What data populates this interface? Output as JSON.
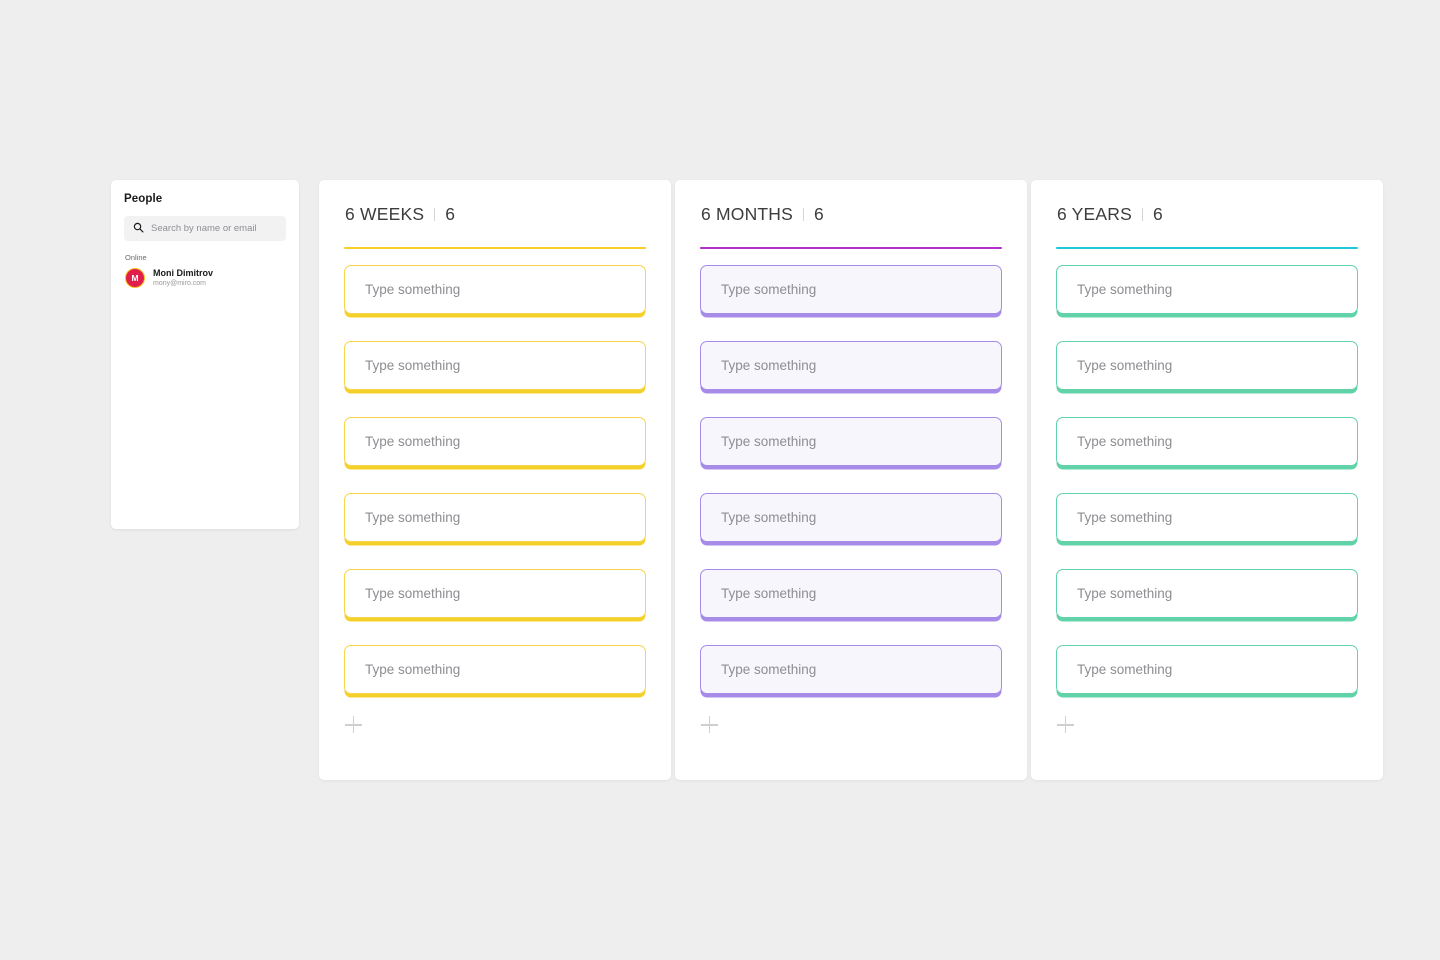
{
  "background_color": "#efeeee",
  "people_panel": {
    "title": "People",
    "search": {
      "placeholder": "Search by name or email",
      "value": "",
      "icon": "search-icon"
    },
    "online_label": "Online",
    "members": [
      {
        "name": "Moni Dimitrov",
        "email": "mony@miro.com",
        "initial": "M",
        "avatar_color": "#e01f4a",
        "avatar_ring_color": "#f8c723"
      }
    ]
  },
  "columns": [
    {
      "title": "6 WEEKS",
      "count": "6",
      "separator": "|",
      "accent_color": "#f4d028",
      "card_border_color": "#f7d64d",
      "card_fill_color": "#ffffff",
      "add_label": "+",
      "cards": [
        {
          "placeholder": "Type something",
          "value": ""
        },
        {
          "placeholder": "Type something",
          "value": ""
        },
        {
          "placeholder": "Type something",
          "value": ""
        },
        {
          "placeholder": "Type something",
          "value": ""
        },
        {
          "placeholder": "Type something",
          "value": ""
        },
        {
          "placeholder": "Type something",
          "value": ""
        }
      ]
    },
    {
      "title": "6 MONTHS",
      "count": "6",
      "separator": "|",
      "accent_color": "#b030cc",
      "card_border_color": "#a78be8",
      "card_fill_color": "#f8f6fd",
      "add_label": "+",
      "cards": [
        {
          "placeholder": "Type something",
          "value": ""
        },
        {
          "placeholder": "Type something",
          "value": ""
        },
        {
          "placeholder": "Type something",
          "value": ""
        },
        {
          "placeholder": "Type something",
          "value": ""
        },
        {
          "placeholder": "Type something",
          "value": ""
        },
        {
          "placeholder": "Type something",
          "value": ""
        }
      ]
    },
    {
      "title": "6 YEARS",
      "count": "6",
      "separator": "|",
      "accent_color": "#20c9da",
      "card_border_color": "#62d3a9",
      "card_fill_color": "#ffffff",
      "add_label": "+",
      "cards": [
        {
          "placeholder": "Type something",
          "value": ""
        },
        {
          "placeholder": "Type something",
          "value": ""
        },
        {
          "placeholder": "Type something",
          "value": ""
        },
        {
          "placeholder": "Type something",
          "value": ""
        },
        {
          "placeholder": "Type something",
          "value": ""
        },
        {
          "placeholder": "Type something",
          "value": ""
        }
      ]
    }
  ]
}
